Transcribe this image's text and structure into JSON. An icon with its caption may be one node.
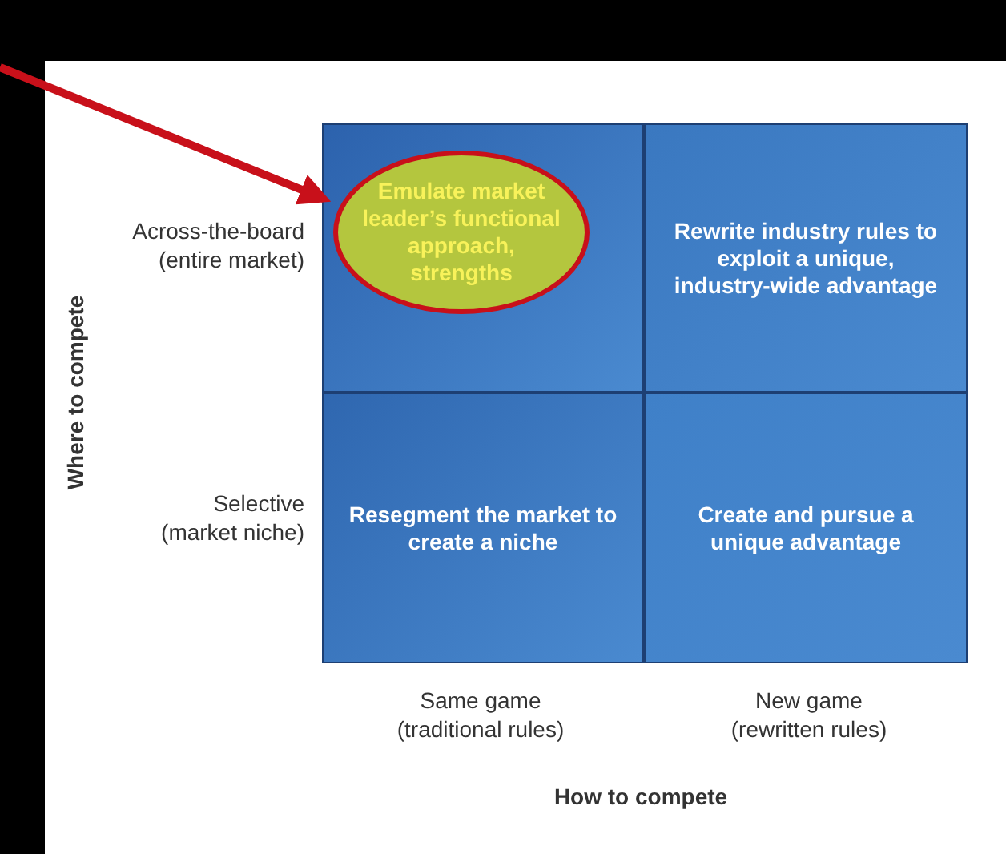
{
  "diagram": {
    "nodes": [
      {
        "text": [],
        "shape": "box"
      },
      {
        "text": [
          "Emulate market leader’s functional approach, strengths"
        ],
        "in": 0
      },
      {
        "text": [
          "Rewrite industry rules to exploit a unique, industry-wide advantage"
        ]
      },
      {
        "text": [
          "Resegment the market to create a niche"
        ]
      },
      {
        "text": [
          "Create and pursue a unique advantage"
        ]
      }
    ],
    "edges": [
      {
        "from": null,
        "to": 1,
        "arrow": "to"
      }
    ],
    "labels": [
      "Across-the-board (entire market)",
      "Where to compete",
      "Selective (market niche)",
      "Same game (traditional rules)",
      "New game (rewritten rules)",
      "How to compete"
    ]
  }
}
